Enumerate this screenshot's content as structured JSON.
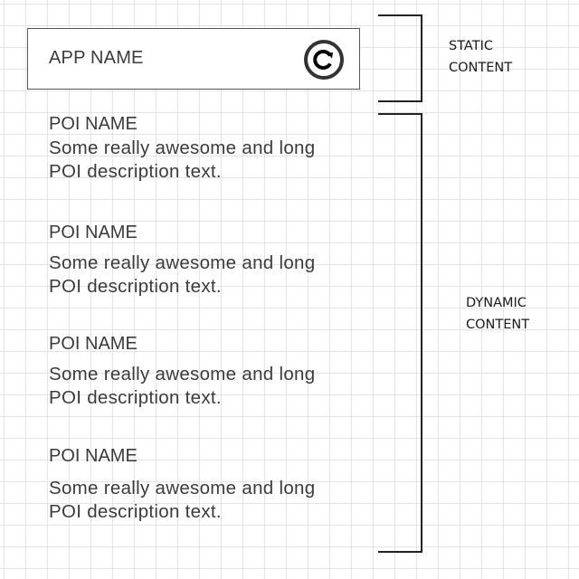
{
  "header": {
    "app_name": "APP NAME",
    "refresh_icon": "refresh-icon"
  },
  "poi_list": [
    {
      "name": "POI NAME",
      "description_line1": "Some really awesome and long",
      "description_line2": "POI description text."
    },
    {
      "name": "POI NAME",
      "description_line1": "Some really awesome and long",
      "description_line2": "POI description text."
    },
    {
      "name": "POI NAME",
      "description_line1": "Some really awesome and long",
      "description_line2": "POI description text."
    },
    {
      "name": "POI NAME",
      "description_line1": "Some really awesome and long",
      "description_line2": "POI description text."
    }
  ],
  "annotations": {
    "static": {
      "line1": "STATIC",
      "line2": "CONTENT"
    },
    "dynamic": {
      "line1": "DYNAMIC",
      "line2": "CONTENT"
    }
  },
  "colors": {
    "text": "#3b3b3b",
    "border": "#555555",
    "bracket": "#222222",
    "grid": "#e3e3e3"
  }
}
